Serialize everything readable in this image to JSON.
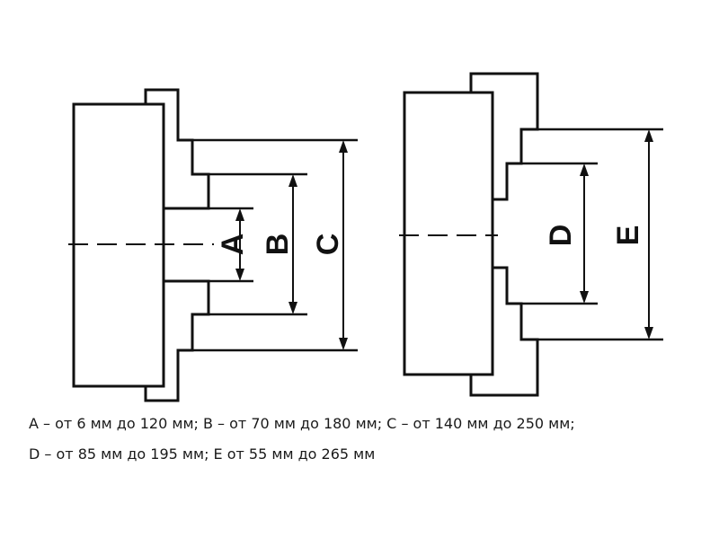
{
  "labels": {
    "a": "A",
    "b": "B",
    "c": "C",
    "d": "D",
    "e": "E"
  },
  "caption": {
    "line1": "A – от 6 мм до 120 мм; B – от 70 мм до 180 мм; C – от 140 мм до 250 мм;",
    "line2": "D – от 85 мм до 195 мм; E от 55 мм до 265 мм"
  }
}
